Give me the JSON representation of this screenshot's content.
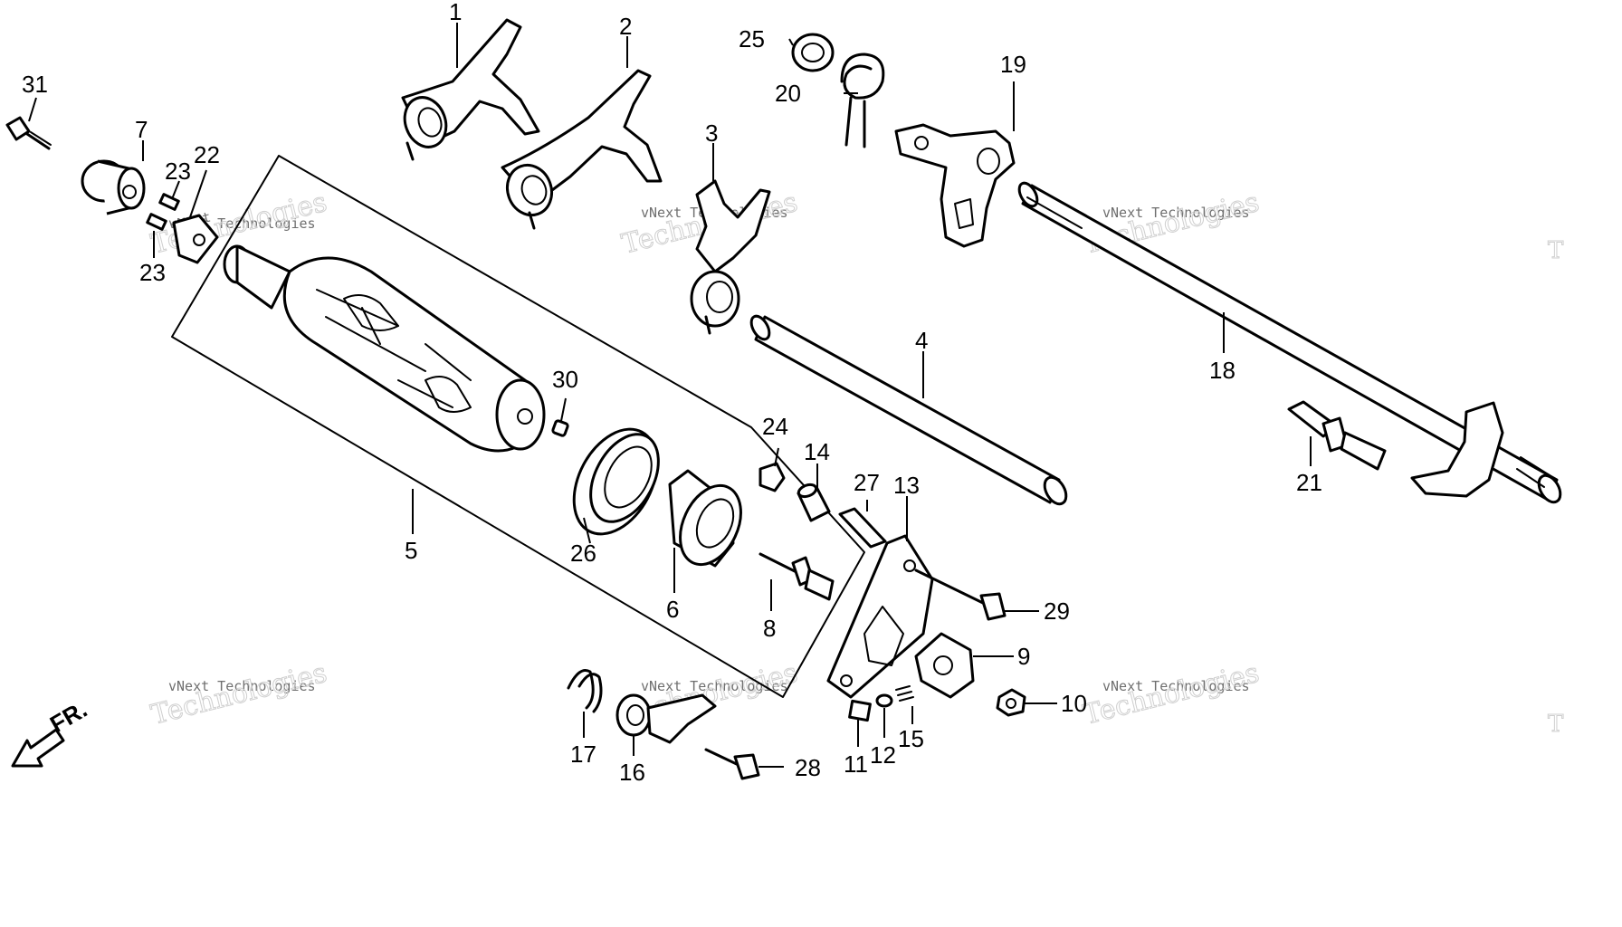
{
  "diagram": {
    "direction_label": "FR.",
    "watermark": {
      "line1": "vNext",
      "line2": "Technologies",
      "small": "vNext Technologies",
      "edge": "T"
    },
    "callouts": {
      "c1": "1",
      "c2": "2",
      "c3": "3",
      "c4": "4",
      "c5": "5",
      "c6": "6",
      "c7": "7",
      "c8": "8",
      "c9": "9",
      "c10": "10",
      "c11": "11",
      "c12": "12",
      "c13": "13",
      "c14": "14",
      "c15": "15",
      "c16": "16",
      "c17": "17",
      "c18": "18",
      "c19": "19",
      "c20": "20",
      "c21": "21",
      "c22": "22",
      "c23a": "23",
      "c23b": "23",
      "c24": "24",
      "c25": "25",
      "c26": "26",
      "c27": "27",
      "c28": "28",
      "c29": "29",
      "c30": "30",
      "c31": "31"
    }
  }
}
